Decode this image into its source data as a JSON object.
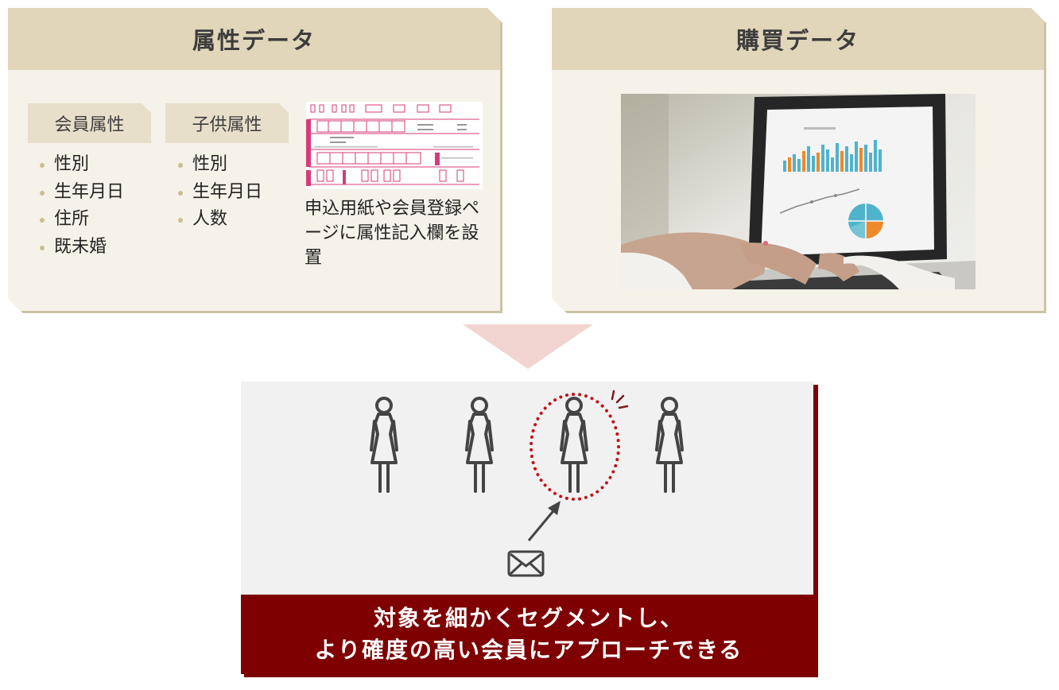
{
  "left_panel": {
    "title": "属性データ",
    "member_attr": {
      "label": "会員属性",
      "items": [
        "性別",
        "生年月日",
        "住所",
        "既未婚"
      ]
    },
    "child_attr": {
      "label": "子供属性",
      "items": [
        "性別",
        "生年月日",
        "人数"
      ]
    },
    "form_description": "申込用紙や会員登録ページに属性記入欄を設置"
  },
  "right_panel": {
    "title": "購買データ"
  },
  "result": {
    "line1": "対象を細かくセグメントし、",
    "line2": "より確度の高い会員にアプローチできる"
  },
  "colors": {
    "header_bg": "#e1d6ba",
    "panel_bg": "#f5f2e9",
    "accent_dark_red": "#7e0000",
    "dotted_circle": "#c0141c",
    "arrow_pink": "#f2d5d0",
    "bullet": "#cdbd93"
  },
  "icons": [
    "woman-figure-icon",
    "envelope-icon",
    "arrow-icon",
    "sparkle-icon"
  ]
}
